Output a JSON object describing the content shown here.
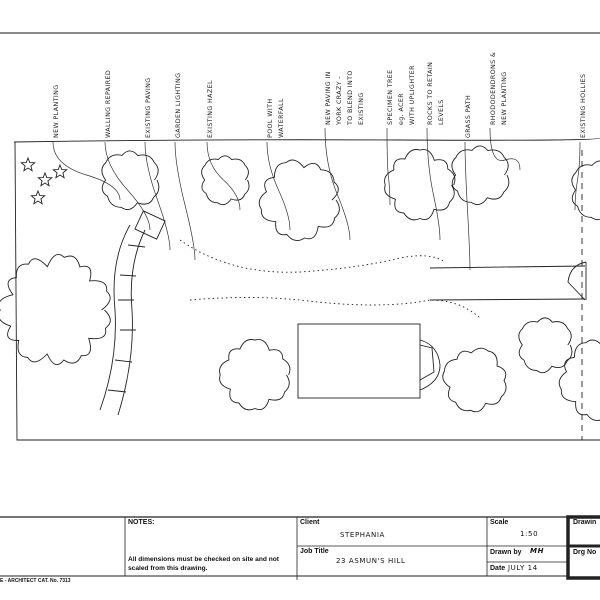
{
  "drawing": {
    "annotations": [
      {
        "lines": [
          "NEW PLANTING"
        ]
      },
      {
        "lines": [
          "WALLING REPAIRED"
        ]
      },
      {
        "lines": [
          "EXISTING PAVING"
        ]
      },
      {
        "lines": [
          "GARDEN LIGHTING"
        ]
      },
      {
        "lines": [
          "EXISTING HAZEL"
        ]
      },
      {
        "lines": [
          "POOL WITH",
          "WATERFALL"
        ]
      },
      {
        "lines": [
          "NEW PAVING IN",
          "YORK CRAZY -",
          "TO BLEND INTO",
          "EXISTING"
        ]
      },
      {
        "lines": [
          "SPECIMEN TREE",
          "eg. ACER",
          "WITH UPLIGHTER"
        ]
      },
      {
        "lines": [
          "ROCKS TO RETAIN",
          "LEVELS"
        ]
      },
      {
        "lines": [
          "GRASS PATH"
        ]
      },
      {
        "lines": [
          "RHODODENDRONS &",
          "NEW PLANTING"
        ]
      },
      {
        "lines": [
          "EXISTING HOLLIES"
        ]
      }
    ]
  },
  "title_block": {
    "notes_label": "NOTES:",
    "notes_text": "All dimensions must be checked on site and not scaled from this drawing.",
    "client_label": "Client",
    "client_value": "STEPHANIA",
    "job_title_label": "Job Title",
    "job_title_value": "23 ASMUN'S HILL",
    "scale_label": "Scale",
    "scale_value": "1:50",
    "drawn_by_label": "Drawn by",
    "drawn_by_value": "MH",
    "date_label": "Date",
    "date_value": "JULY 14",
    "drawing_label": "Drawin",
    "drg_no_label": "Drg No",
    "catalogue": "E - ARCHITECT CAT. No. 7313"
  }
}
